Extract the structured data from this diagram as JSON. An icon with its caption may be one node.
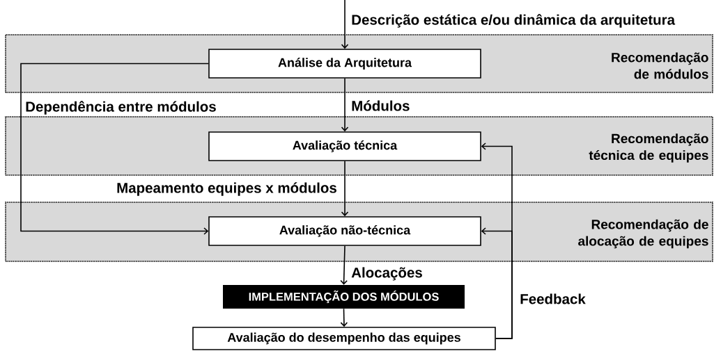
{
  "diagram": {
    "nodes": [
      {
        "text": [
          "Recomendação de módulos"
        ]
      },
      {
        "text": [
          "Análise da Arquitetura"
        ],
        "in": 0
      },
      {
        "text": [
          "Recomendação técnica de equipes"
        ]
      },
      {
        "text": [
          "Avaliação técnica"
        ],
        "in": 2
      },
      {
        "text": [
          "Recomendação de alocação de equipes"
        ]
      },
      {
        "text": [
          "Avaliação não-técnica"
        ],
        "in": 4
      },
      {
        "text": [
          "IMPLEMENTAÇÃO DOS MÓDULOS"
        ]
      },
      {
        "text": [
          "Avaliação do desempenho das equipes"
        ]
      }
    ],
    "edges": [
      {
        "from": null,
        "to": 1,
        "arrow": "to",
        "label": "Descrição estática e/ou dinâmica da arquitetura"
      },
      {
        "from": 1,
        "to": 3,
        "arrow": "to",
        "label": "Módulos"
      },
      {
        "from": 1,
        "to": 5,
        "arrow": "to",
        "label": "Dependência entre módulos"
      },
      {
        "from": 3,
        "to": 5,
        "arrow": "to",
        "label": "Mapeamento equipes x módulos"
      },
      {
        "from": 5,
        "to": 6,
        "arrow": "to",
        "label": "Alocações"
      },
      {
        "from": 6,
        "to": 7,
        "arrow": "to"
      },
      {
        "from": 7,
        "to": 3,
        "arrow": "to",
        "label": "Feedback"
      },
      {
        "from": 7,
        "to": 5,
        "arrow": "to"
      }
    ]
  }
}
